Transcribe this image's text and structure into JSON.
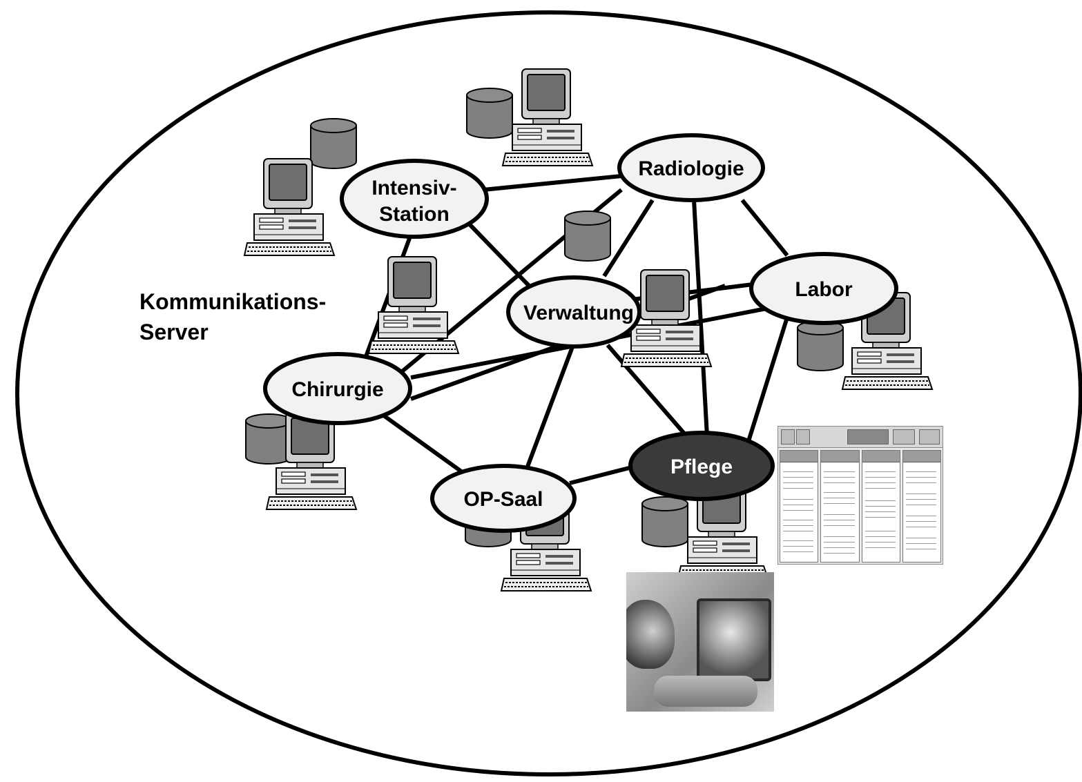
{
  "diagram": {
    "server_label_line1": "Kommunikations-",
    "server_label_line2": "Server",
    "nodes": [
      {
        "id": "intensiv",
        "line1": "Intensiv-",
        "line2": "Station",
        "highlight": false
      },
      {
        "id": "radiologie",
        "line1": "Radiologie",
        "highlight": false
      },
      {
        "id": "verwaltung",
        "line1": "Verwaltung",
        "highlight": false
      },
      {
        "id": "labor",
        "line1": "Labor",
        "highlight": false
      },
      {
        "id": "chirurgie",
        "line1": "Chirurgie",
        "highlight": false
      },
      {
        "id": "pflege",
        "line1": "Pflege",
        "highlight": true
      },
      {
        "id": "opsaal",
        "line1": "OP-Saal",
        "highlight": false
      }
    ],
    "colors": {
      "node_fill": "#f2f2f2",
      "node_highlight_fill": "#3a3a3a",
      "database_fill": "#808080",
      "monitor_screen": "#6e6e6e",
      "line": "#000000"
    },
    "icons": [
      "workstation-icon",
      "database-icon",
      "nurse-photo",
      "software-screenshot"
    ]
  }
}
